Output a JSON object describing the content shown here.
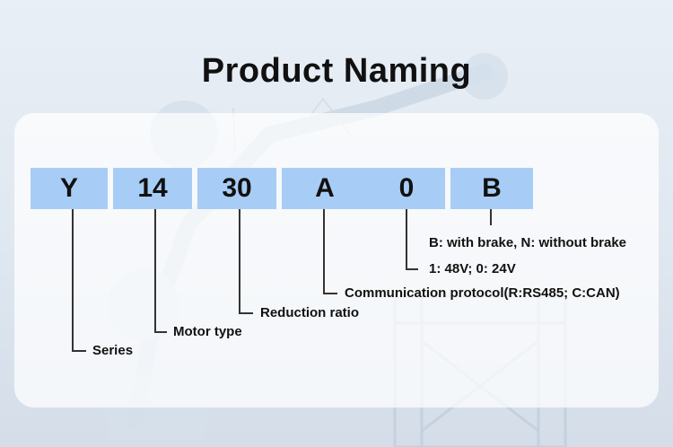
{
  "title": "Product Naming",
  "code_segments": [
    "Y",
    "14",
    "30",
    "A",
    "0",
    "B"
  ],
  "descriptions": {
    "brake": "B:  with brake, N:    without brake",
    "voltage": "1:  48V; 0: 24V",
    "protocol": "Communication protocol(R:RS485; C:CAN)",
    "reduction_ratio": "Reduction ratio",
    "motor_type": "Motor type",
    "series": "Series"
  },
  "colors": {
    "box_fill": "#a7cdf6",
    "text": "#111111",
    "leader_line": "#333333"
  }
}
